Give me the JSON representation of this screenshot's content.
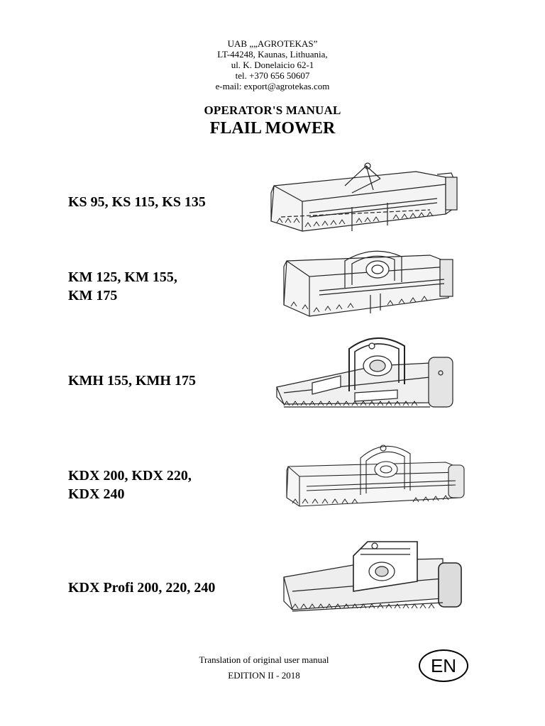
{
  "company": {
    "name": "UAB „„AGROTEKAS”",
    "postal": "LT-44248, Kaunas, Lithuania,",
    "street": "ul. K. Donelaicio 62-1",
    "phone": "tel. +370 656 50607",
    "email": "e-mail: export@agrotekas.com"
  },
  "document": {
    "type": "OPERATOR'S MANUAL",
    "title": "FLAIL MOWER"
  },
  "models": [
    {
      "lines": [
        "KS 95, KS 115, KS 135"
      ],
      "icon": "flail-mower-ks-illustration"
    },
    {
      "lines": [
        "KM 125, KM 155,",
        "KM 175"
      ],
      "icon": "flail-mower-km-illustration"
    },
    {
      "lines": [
        "KMH 155, KMH 175"
      ],
      "icon": "flail-mower-kmh-illustration"
    },
    {
      "lines": [
        "KDX 200, KDX 220,",
        "KDX 240"
      ],
      "icon": "flail-mower-kdx-illustration"
    },
    {
      "lines": [
        "KDX Profi 200, 220, 240"
      ],
      "icon": "flail-mower-kdx-profi-illustration"
    }
  ],
  "footer": {
    "translation_note": "Translation of original user manual",
    "edition": "EDITION  II - 2018",
    "language_badge": "EN"
  }
}
